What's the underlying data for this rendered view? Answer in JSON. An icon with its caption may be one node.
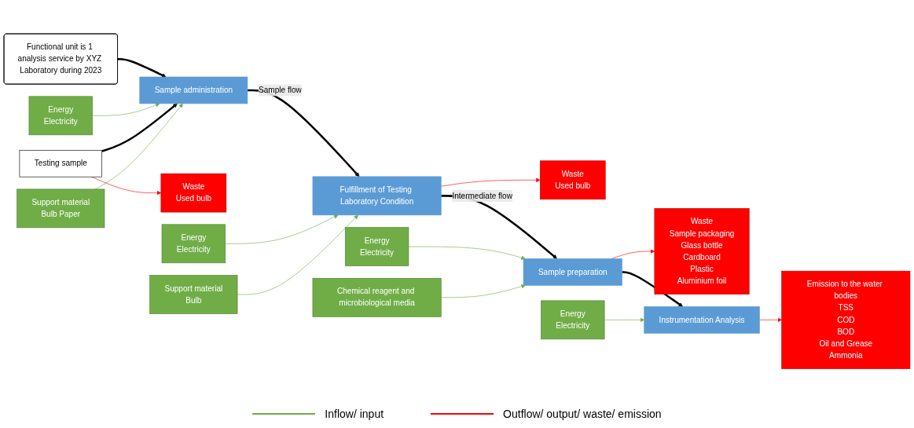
{
  "diagram": {
    "nodes": [
      {
        "text": [
          "Functional unit is 1 analysis service by XYZ Laboratory during 2023"
        ]
      },
      {
        "text": [
          "Energy",
          "Electricity"
        ]
      },
      {
        "text": [
          "Testing sample"
        ]
      },
      {
        "text": [
          "Sample administration"
        ]
      },
      {
        "text": [
          "Waste",
          "Used bulb"
        ]
      },
      {
        "text": [
          "Support material",
          "Bulb Paper"
        ]
      },
      {
        "text": [
          "Energy",
          "Electricity"
        ]
      },
      {
        "text": [
          "Support material",
          "Bulb"
        ]
      },
      {
        "text": [
          "Fulfillment of Testing Laboratory Condition"
        ]
      },
      {
        "text": [
          "Waste",
          "Used bulb"
        ]
      },
      {
        "text": [
          "Energy",
          "Electricity"
        ]
      },
      {
        "text": [
          "Chemical reagent and microbiological media"
        ]
      },
      {
        "text": [
          "Sample preparation"
        ]
      },
      {
        "text": [
          "Waste",
          "Sample packaging",
          "Glass bottle",
          "Cardboard",
          "Plastic",
          "Aluminium foil"
        ]
      },
      {
        "text": [
          "Energy",
          "Electricity"
        ]
      },
      {
        "text": [
          "Instrumentation Analysis"
        ]
      },
      {
        "text": [
          "Emission to the water bodies",
          "TSS",
          "COD",
          "BOD",
          "Oil and Grease",
          "Ammonia"
        ]
      }
    ],
    "edges": [
      {
        "from": 0,
        "to": 3,
        "arrow": "to",
        "style": "thick",
        "color": "#000000"
      },
      {
        "from": 1,
        "to": 3,
        "arrow": "to",
        "color": "#70ad47"
      },
      {
        "from": 2,
        "to": 3,
        "arrow": "to",
        "style": "thick",
        "color": "#000000"
      },
      {
        "from": 2,
        "to": 4,
        "arrow": "to",
        "color": "#ff0000"
      },
      {
        "from": 5,
        "to": 3,
        "arrow": "to",
        "color": "#70ad47"
      },
      {
        "from": 3,
        "to": 8,
        "arrow": "to",
        "style": "thick",
        "color": "#000000",
        "label": "Sample flow"
      },
      {
        "from": 6,
        "to": 8,
        "arrow": "to",
        "color": "#70ad47"
      },
      {
        "from": 7,
        "to": 8,
        "arrow": "to",
        "color": "#70ad47"
      },
      {
        "from": 8,
        "to": 9,
        "arrow": "to",
        "color": "#ff0000"
      },
      {
        "from": 8,
        "to": 12,
        "arrow": "to",
        "style": "thick",
        "color": "#000000",
        "label": "Intermediate flow"
      },
      {
        "from": 10,
        "to": 12,
        "arrow": "to",
        "color": "#70ad47"
      },
      {
        "from": 11,
        "to": 12,
        "arrow": "to",
        "color": "#70ad47"
      },
      {
        "from": 12,
        "to": 13,
        "arrow": "to",
        "color": "#ff0000"
      },
      {
        "from": 12,
        "to": 15,
        "arrow": "to",
        "style": "thick",
        "color": "#000000"
      },
      {
        "from": 14,
        "to": 15,
        "arrow": "to",
        "color": "#70ad47"
      },
      {
        "from": 15,
        "to": 16,
        "arrow": "to",
        "color": "#ff0000"
      }
    ],
    "legend": [
      {
        "text": "Inflow/ input"
      },
      {
        "text": "Outflow/ output/ waste/ emission"
      }
    ]
  }
}
